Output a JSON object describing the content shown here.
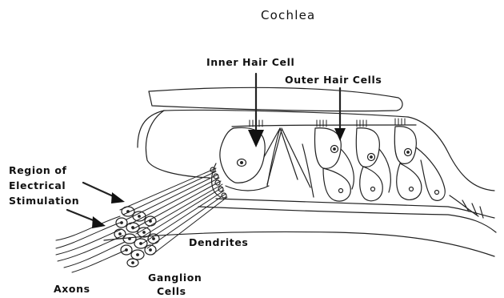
{
  "title": "Cochlea",
  "labels": {
    "inner_hair_cell": "Inner Hair Cell",
    "outer_hair_cells": "Outer Hair Cells",
    "region_line1": "Region of",
    "region_line2": "Electrical",
    "region_line3": "Stimulation",
    "dendrites": "Dendrites",
    "axons": "Axons",
    "ganglion_line1": "Ganglion",
    "ganglion_line2": "Cells"
  }
}
